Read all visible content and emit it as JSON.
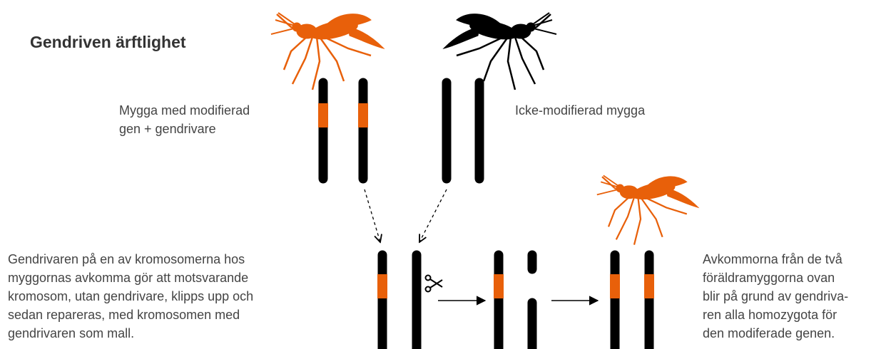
{
  "title": "Gendriven ärftlighet",
  "labels": {
    "modified_mosquito": [
      "Mygga med modifierad",
      "gen + gendrivare"
    ],
    "non_modified_mosquito": "Icke-modifierad mygga",
    "left_description": [
      "Gendrivaren på en av kromosomerna hos",
      "myggornas avkomma gör att motsvarande",
      "kromosom, utan gendrivare, klipps upp och",
      "sedan repareras, med kromosomen med",
      "gendrivaren som mall."
    ],
    "right_description": [
      "Avkommorna från de två",
      "föräldramyggorna ovan",
      "blir på grund av gendriva-",
      "ren alla homozygota för",
      "den modiferade genen."
    ]
  },
  "colors": {
    "modified": "#e8600a",
    "chromosome": "#000000",
    "text": "#444444"
  },
  "icons": {
    "mosquito_modified": "orange-mosquito-icon",
    "mosquito_normal": "black-mosquito-icon",
    "mosquito_offspring": "orange-mosquito-icon",
    "cut": "scissors-icon"
  }
}
